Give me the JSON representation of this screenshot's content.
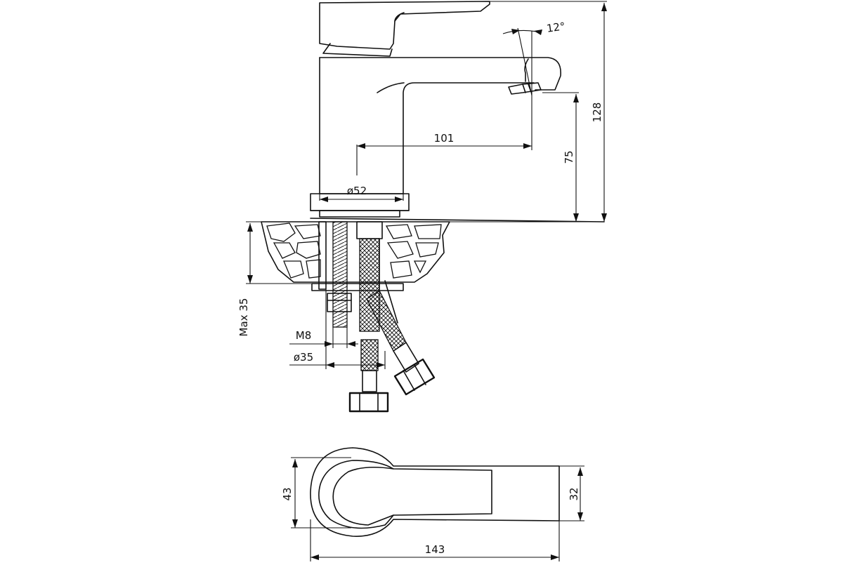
{
  "dimensions": {
    "angle": "12°",
    "total_height": "128",
    "spout_height": "75",
    "spout_reach": "101",
    "base_diameter": "ø52",
    "max_counter": "Max 35",
    "thread": "M8",
    "hole_diameter": "ø35",
    "top_depth": "43",
    "top_handle_width": "32",
    "top_length": "143"
  }
}
